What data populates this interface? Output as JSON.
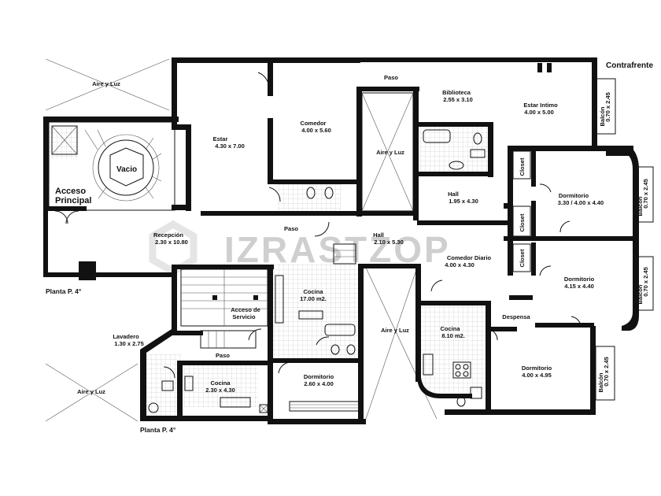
{
  "watermark": "IZRASTZOP",
  "shafts": {
    "air_light": "Aire y Luz"
  },
  "labels": {
    "vacio": "Vacio",
    "acceso_principal_1": "Acceso",
    "acceso_principal_2": "Principal",
    "planta_top": "Planta P. 4°",
    "planta_bottom": "Planta P. 4°",
    "contrafrente": "Contrafrente",
    "paso_top": "Paso",
    "paso_mid": "Paso",
    "paso_low": "Paso",
    "despensa": "Despensa"
  },
  "rooms": {
    "estar": {
      "name": "Estar",
      "dims": "4.30 x 7.00"
    },
    "comedor": {
      "name": "Comedor",
      "dims": "4.00 x 5.60"
    },
    "biblioteca": {
      "name": "Biblioteca",
      "dims": "2.55 x 3.10"
    },
    "estar_intimo": {
      "name": "Estar Intimo",
      "dims": "4.00 x 5.00"
    },
    "hall_upper": {
      "name": "Hall",
      "dims": "1.95 x 4.30"
    },
    "dormitorio_1": {
      "name": "Dormitorio",
      "dims": "3.30 / 4.00 x 4.40"
    },
    "dormitorio_2": {
      "name": "Dormitorio",
      "dims": "4.15 x 4.40"
    },
    "dormitorio_3": {
      "name": "Dormitorio",
      "dims": "4.00 x 4.95"
    },
    "dormitorio_serv": {
      "name": "Dormitorio",
      "dims": "2.60 x 4.00"
    },
    "recepcion": {
      "name": "Recepción",
      "dims": "2.30 x 10.80"
    },
    "hall_mid": {
      "name": "Hall",
      "dims": "2.10 x 5.30"
    },
    "comedor_diario": {
      "name": "Comedor Diario",
      "dims": "4.00 x 4.30"
    },
    "cocina_big": {
      "name": "Cocina",
      "dims": "17.00 m2."
    },
    "cocina_right": {
      "name": "Cocina",
      "dims": "8.10 m2."
    },
    "cocina_left": {
      "name": "Cocina",
      "dims": "2.30 x 4.30"
    },
    "lavadero": {
      "name": "Lavadero",
      "dims": "1.30 x 2.75"
    },
    "acceso_servicio_1": {
      "name": "Acceso de"
    },
    "acceso_servicio_2": {
      "name": "Servicio"
    }
  },
  "closets": [
    "Closet",
    "Closet",
    "Closet"
  ],
  "balconies": {
    "label": "Balcón",
    "dims": "0.70 x 2.45"
  }
}
